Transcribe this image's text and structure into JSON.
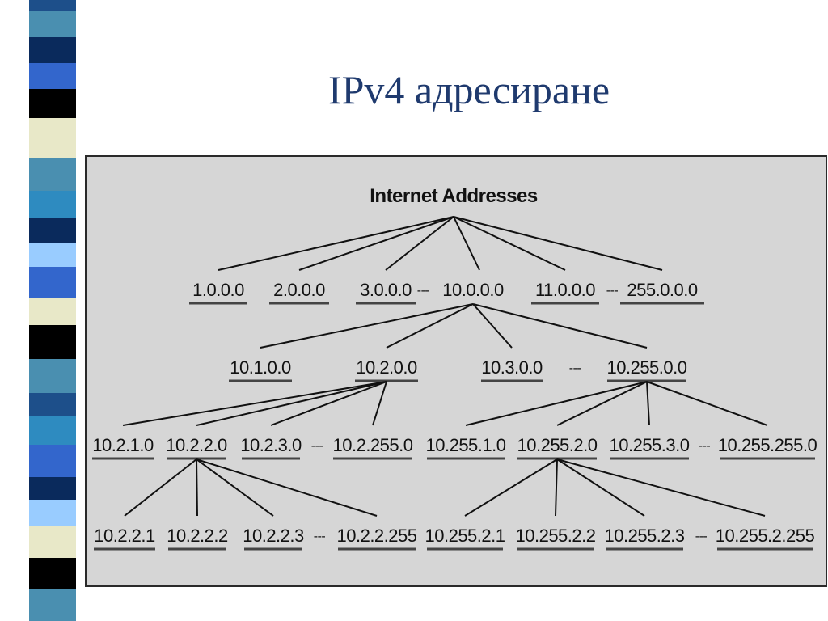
{
  "slide": {
    "title": "IPv4 адресиране"
  },
  "colors": {
    "title": "#1f3a6e",
    "panel_background": "#d6d6d6",
    "stripe_palette": [
      "#1d4f8a",
      "#4a8fb0",
      "#0a2a5c",
      "#3366cc",
      "#000000",
      "#e8e8c8",
      "#2e8bc0",
      "#99ccff"
    ]
  },
  "diagram": {
    "root": "Internet Addresses",
    "level1": [
      "1.0.0.0",
      "2.0.0.0",
      "3.0.0.0",
      "10.0.0.0",
      "11.0.0.0",
      "255.0.0.0"
    ],
    "level2": [
      "10.1.0.0",
      "10.2.0.0",
      "10.3.0.0",
      "10.255.0.0"
    ],
    "level3": [
      "10.2.1.0",
      "10.2.2.0",
      "10.2.3.0",
      "10.2.255.0",
      "10.255.1.0",
      "10.255.2.0",
      "10.255.3.0",
      "10.255.255.0"
    ],
    "level4": [
      "10.2.2.1",
      "10.2.2.2",
      "10.2.2.3",
      "10.2.2.255",
      "10.255.2.1",
      "10.255.2.2",
      "10.255.2.3",
      "10.255.2.255"
    ],
    "ellipsis": "---",
    "edges": [
      {
        "from": "Internet Addresses",
        "to": [
          "1.0.0.0",
          "2.0.0.0",
          "3.0.0.0",
          "10.0.0.0",
          "11.0.0.0",
          "255.0.0.0"
        ]
      },
      {
        "from": "10.0.0.0",
        "to": [
          "10.1.0.0",
          "10.2.0.0",
          "10.3.0.0",
          "10.255.0.0"
        ]
      },
      {
        "from": "10.2.0.0",
        "to": [
          "10.2.1.0",
          "10.2.2.0",
          "10.2.3.0",
          "10.2.255.0"
        ]
      },
      {
        "from": "10.255.0.0",
        "to": [
          "10.255.1.0",
          "10.255.2.0",
          "10.255.3.0",
          "10.255.255.0"
        ]
      },
      {
        "from": "10.2.2.0",
        "to": [
          "10.2.2.1",
          "10.2.2.2",
          "10.2.2.3",
          "10.2.2.255"
        ]
      },
      {
        "from": "10.255.2.0",
        "to": [
          "10.255.2.1",
          "10.255.2.2",
          "10.255.2.3",
          "10.255.2.255"
        ]
      }
    ]
  }
}
